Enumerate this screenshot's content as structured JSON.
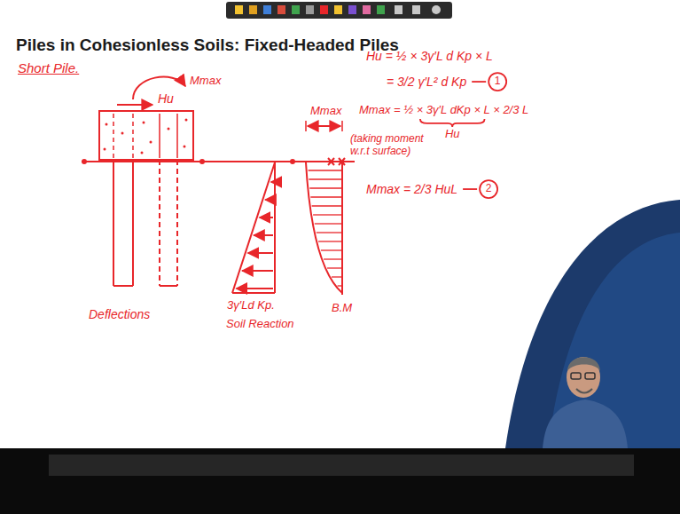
{
  "diagram": {
    "title": "Piles in Cohesionless Soils: Fixed-Headed Piles",
    "labels": [
      "Short Pile.",
      "Hu",
      "Mmax",
      "Mmax",
      "Hu = ½ × 3γ′L d Kp × L",
      "= 3/2 γ′L² d Kp",
      "1",
      "Mmax = ½ × 3γ′L dKp × L × 2/3 L",
      "Hu",
      "(taking moment w.r.t surface)",
      "Mmax = 2/3 HuL",
      "2",
      "Deflections",
      "3γ′Ld Kp.",
      "Soil Reaction",
      "B.M"
    ]
  }
}
